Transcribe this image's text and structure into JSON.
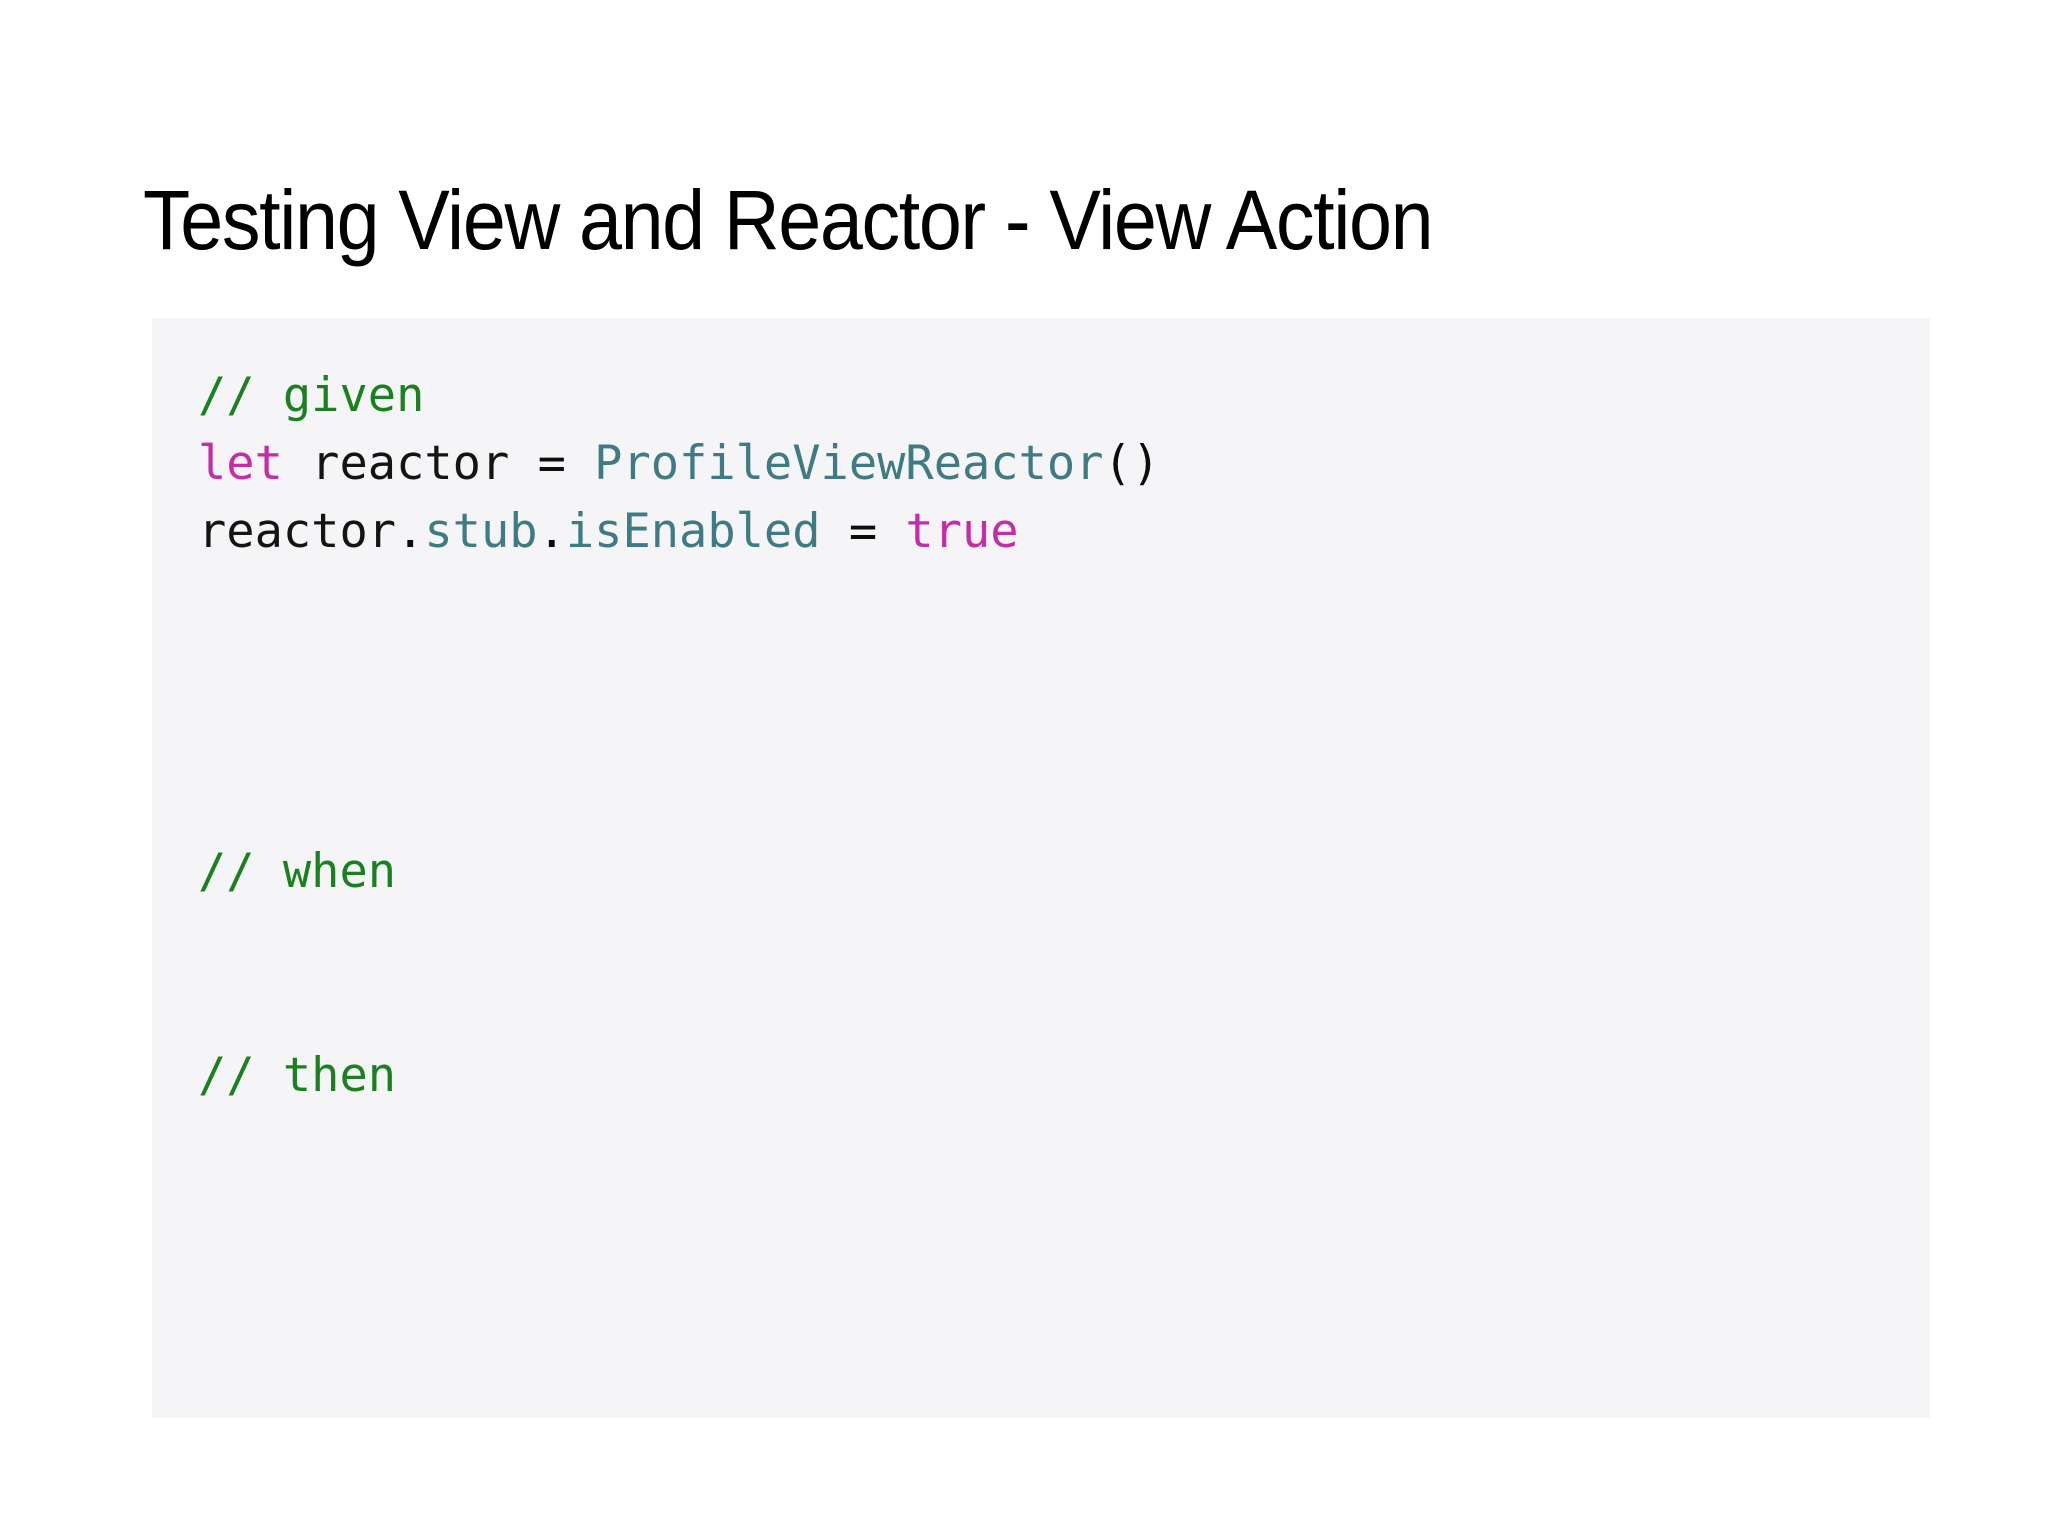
{
  "slide": {
    "title": "Testing View and Reactor - View Action",
    "background_color": "#ffffff"
  },
  "code_card": {
    "background_color": "#f5f4f7",
    "language": "swift",
    "lines": [
      {
        "id": "line-1",
        "tokens": [
          {
            "text": "// given",
            "kind": "comment"
          }
        ]
      },
      {
        "id": "line-2",
        "tokens": [
          {
            "text": "let",
            "kind": "keyword"
          },
          {
            "text": " reactor ",
            "kind": "plain"
          },
          {
            "text": "= ",
            "kind": "punct"
          },
          {
            "text": "ProfileViewReactor",
            "kind": "type"
          },
          {
            "text": "()",
            "kind": "punct"
          }
        ]
      },
      {
        "id": "line-3",
        "tokens": [
          {
            "text": "reactor",
            "kind": "plain"
          },
          {
            "text": ".",
            "kind": "punct"
          },
          {
            "text": "stub",
            "kind": "prop"
          },
          {
            "text": ".",
            "kind": "punct"
          },
          {
            "text": "isEnabled",
            "kind": "prop"
          },
          {
            "text": " = ",
            "kind": "punct"
          },
          {
            "text": "true",
            "kind": "literal"
          }
        ]
      },
      {
        "id": "line-4",
        "tokens": []
      },
      {
        "id": "line-5",
        "tokens": []
      },
      {
        "id": "line-6",
        "tokens": []
      },
      {
        "id": "line-7",
        "tokens": []
      },
      {
        "id": "line-8",
        "tokens": [
          {
            "text": "// when",
            "kind": "comment"
          }
        ]
      },
      {
        "id": "line-9",
        "tokens": []
      },
      {
        "id": "line-10",
        "tokens": []
      },
      {
        "id": "line-11",
        "tokens": [
          {
            "text": "// then",
            "kind": "comment"
          }
        ]
      },
      {
        "id": "line-12",
        "tokens": []
      },
      {
        "id": "line-13",
        "tokens": []
      },
      {
        "id": "line-14",
        "tokens": []
      },
      {
        "id": "line-15",
        "tokens": []
      }
    ]
  },
  "token_colors": {
    "comment": "#1b8020",
    "keyword": "#c52ca8",
    "type": "#3f7b82",
    "prop": "#3f7b82",
    "plain": "#141414",
    "punct": "#0d0d0d",
    "literal": "#c52ca8"
  }
}
